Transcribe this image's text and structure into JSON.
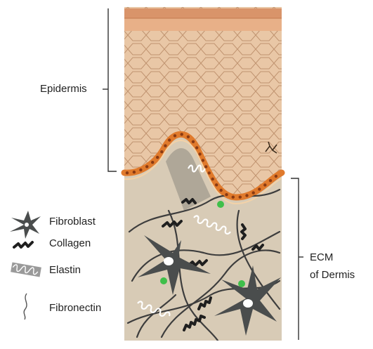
{
  "labels": {
    "epidermis": "Epidermis",
    "ecm_line1": "ECM",
    "ecm_line2": "of Dermis"
  },
  "legend": [
    {
      "icon": "fibroblast-icon",
      "label": "Fibroblast"
    },
    {
      "icon": "collagen-icon",
      "label": "Collagen"
    },
    {
      "icon": "elastin-icon",
      "label": "Elastin"
    },
    {
      "icon": "fibronectin-icon",
      "label": "Fibronectin"
    }
  ],
  "colors": {
    "stratum_corneum": "#d9946a",
    "epidermis_fill": "#e9c7a6",
    "cell_outline": "#b98a66",
    "basal_cells": "#e07a2c",
    "basal_nuclei": "#8a3a12",
    "dermis_fill": "#d8cbb6",
    "fibroblast": "#4a4d4d",
    "fiber": "#4d4d4d",
    "collagen": "#1f1f1f",
    "elastin": "#ffffff",
    "green_dot": "#3fbf4a"
  }
}
